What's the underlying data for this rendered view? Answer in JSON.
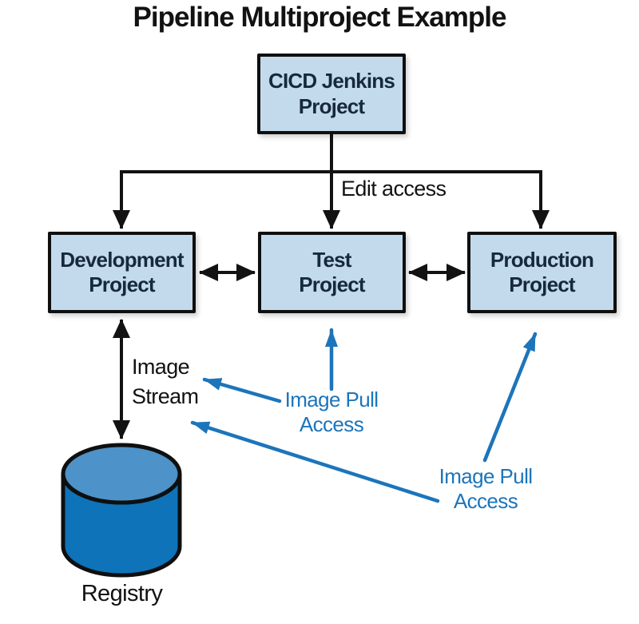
{
  "title": "Pipeline Multiproject Example",
  "colors": {
    "bg": "#ffffff",
    "black": "#121212",
    "blue": "#1c75bb",
    "box-fill": "#c3daec",
    "box-border": "#0f0f0f",
    "node-text": "#17293d",
    "cyl-top": "#4d92c8",
    "cyl-body": "#0e73b9"
  },
  "nodes": {
    "cicd": "CICD Jenkins\nProject",
    "development": "Development\nProject",
    "test": "Test\nProject",
    "production": "Production\nProject"
  },
  "labels": {
    "edit_access": "Edit access",
    "image_stream": "Image\nStream",
    "image_pull_test": "Image Pull\nAccess",
    "image_pull_prod": "Image Pull\nAccess",
    "registry": "Registry"
  }
}
